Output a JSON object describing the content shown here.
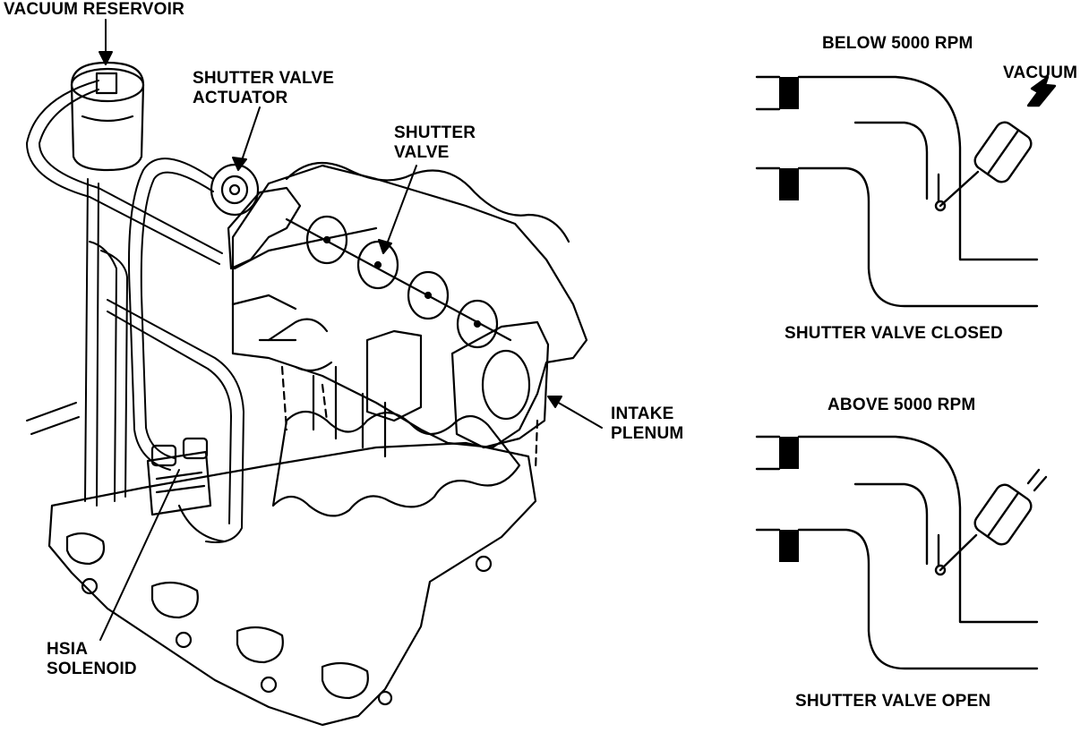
{
  "left_diagram": {
    "labels": {
      "vacuum_reservoir": "VACUUM RESERVOIR",
      "shutter_valve_actuator": [
        "SHUTTER VALVE",
        "ACTUATOR"
      ],
      "shutter_valve": [
        "SHUTTER",
        "VALVE"
      ],
      "intake_plenum": [
        "INTAKE",
        "PLENUM"
      ],
      "hsia_solenoid": [
        "HSIA",
        "SOLENOID"
      ]
    }
  },
  "right_diagrams": {
    "closed": {
      "heading": "BELOW 5000 RPM",
      "vacuum_label": "VACUUM",
      "caption": "SHUTTER VALVE CLOSED"
    },
    "open": {
      "heading": "ABOVE 5000 RPM",
      "caption": "SHUTTER VALVE OPEN"
    }
  },
  "colors": {
    "ink": "#000000",
    "paper": "#ffffff"
  }
}
